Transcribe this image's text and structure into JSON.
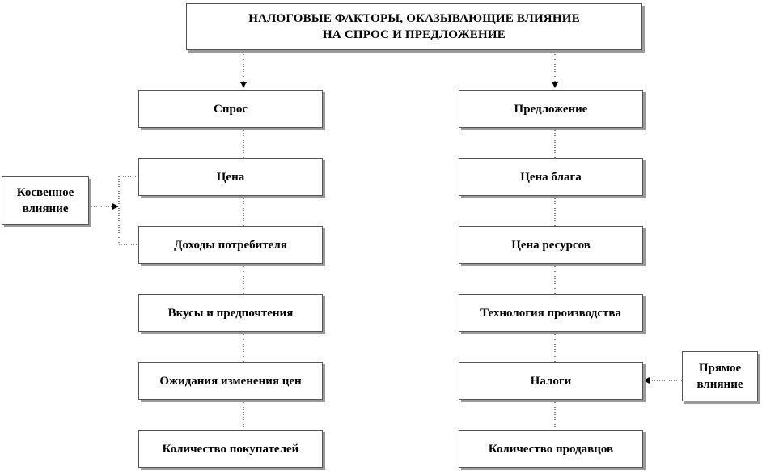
{
  "diagram": {
    "title": "НАЛОГОВЫЕ ФАКТОРЫ, ОКАЗЫВАЮЩИЕ ВЛИЯНИЕ\nНА СПРОС И ПРЕДЛОЖЕНИЕ",
    "demand": {
      "header": "Спрос",
      "items": [
        "Цена",
        "Доходы потребителя",
        "Вкусы и предпочтения",
        "Ожидания изменения цен",
        "Количество покупателей"
      ]
    },
    "supply": {
      "header": "Предложение",
      "items": [
        "Цена блага",
        "Цена ресурсов",
        "Технология производства",
        "Налоги",
        "Количество продавцов"
      ]
    },
    "indirect": "Косвенное\nвлияние",
    "direct": "Прямое\nвлияние"
  }
}
